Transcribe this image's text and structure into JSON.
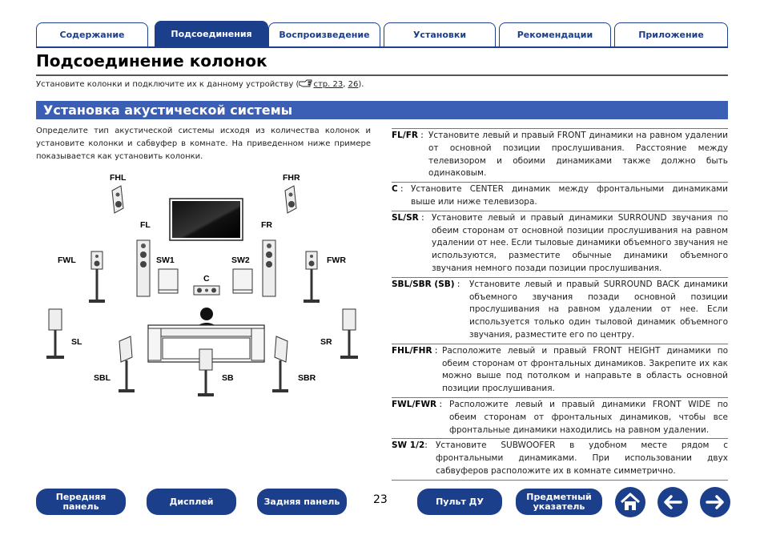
{
  "tabs": [
    {
      "label": "Содержание",
      "active": false
    },
    {
      "label": "Подсоединения",
      "active": true
    },
    {
      "label": "Воспроизведение",
      "active": false
    },
    {
      "label": "Установки",
      "active": false
    },
    {
      "label": "Рекомендации",
      "active": false
    },
    {
      "label": "Приложение",
      "active": false
    }
  ],
  "title": "Подсоединение колонок",
  "intro": {
    "text": "Установите колонки и подключите их к данному устройству (",
    "link1": "стр. 23",
    "sep": ", ",
    "link2": "26",
    "end": ")."
  },
  "section_title": "Установка акустической системы",
  "left_text": "Определите тип акустической системы исходя из количества колонок и установите колонки и сабвуфер в комнате. На приведенном ниже примере показывается как установить колонки.",
  "diagram_labels": {
    "fhl": "FHL",
    "fhr": "FHR",
    "fl": "FL",
    "fr": "FR",
    "fwl": "FWL",
    "fwr": "FWR",
    "sw1": "SW1",
    "sw2": "SW2",
    "c": "C",
    "sl": "SL",
    "sr": "SR",
    "sbl": "SBL",
    "sb": "SB",
    "sbr": "SBR"
  },
  "definitions": [
    {
      "term": "FL/FR",
      "sep": " : ",
      "desc": "Установите левый и правый FRONT динамики на равном удалении от основной позиции прослушивания. Расстояние между телевизором и обоими динамиками также должно быть одинаковым."
    },
    {
      "term": "C",
      "sep": " : ",
      "desc": "Установите CENTER динамик между фронтальными динамиками выше или ниже телевизора."
    },
    {
      "term": "SL/SR",
      "sep": " : ",
      "desc": "Установите левый и правый динамики SURROUND звучания по обеим сторонам от основной позиции прослушивания на равном удалении от нее. Если тыловые динамики объемного звучания не используются, разместите обычные динамики объемного звучания немного позади позиции прослушивания."
    },
    {
      "term": "SBL/SBR (SB)",
      "sep": " : ",
      "desc": "Установите левый и правый SURROUND BACK динамики объемного звучания позади основной позиции прослушивания на равном удалении от нее. Если используется только один тыловой динамик объемного звучания, разместите его по центру."
    },
    {
      "term": "FHL/FHR",
      "sep": " : ",
      "desc": "Расположите левый и правый FRONT HEIGHT динамики по обеим сторонам от фронтальных динамиков. Закрепите их как можно выше под потолком и направьте в область основной позиции прослушивания."
    },
    {
      "term": "FWL/FWR",
      "sep": " : ",
      "desc": "Расположите левый и правый динамики FRONT WIDE по обеим сторонам от фронтальных динамиков, чтобы все фронтальные динамики находились на равном удалении."
    },
    {
      "term": "SW 1/2",
      "sep": ": ",
      "desc": "Установите SUBWOOFER в удобном месте рядом с фронтальными динамиками. При использовании двух сабвуферов расположите их в комнате симметрично."
    }
  ],
  "bottom_nav": {
    "front_panel": "Передняя\nпанель",
    "display": "Дисплей",
    "rear_panel": "Задняя панель",
    "page_number": "23",
    "remote": "Пульт ДУ",
    "index": "Предметный\nуказатель"
  },
  "colors": {
    "brand": "#1c3f8c",
    "section": "#3a5fb4"
  }
}
